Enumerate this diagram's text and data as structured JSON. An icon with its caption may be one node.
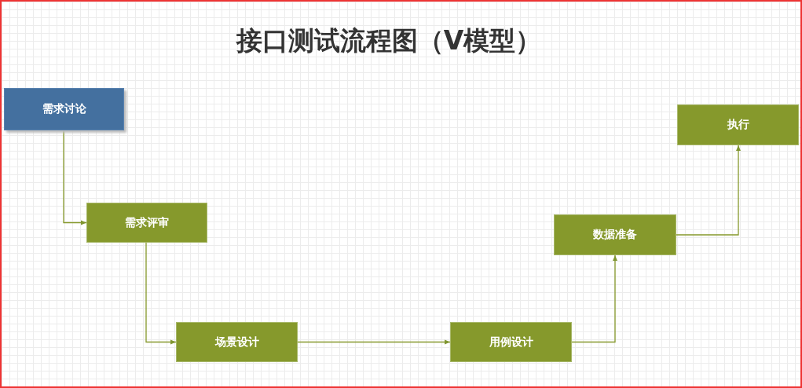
{
  "diagram": {
    "title": "接口测试流程图（V模型）",
    "nodes": [
      {
        "text": [
          "需求讨论"
        ]
      },
      {
        "text": [
          "需求评审"
        ]
      },
      {
        "text": [
          "场景设计"
        ]
      },
      {
        "text": [
          "用例设计"
        ]
      },
      {
        "text": [
          "数据准备"
        ]
      },
      {
        "text": [
          "执行"
        ]
      }
    ],
    "edges": [
      {
        "from": 0,
        "to": 1,
        "arrow": "to"
      },
      {
        "from": 1,
        "to": 2,
        "arrow": "to"
      },
      {
        "from": 2,
        "to": 3,
        "arrow": "to"
      },
      {
        "from": 3,
        "to": 4,
        "arrow": "to"
      },
      {
        "from": 4,
        "to": 5,
        "arrow": "to"
      }
    ]
  }
}
